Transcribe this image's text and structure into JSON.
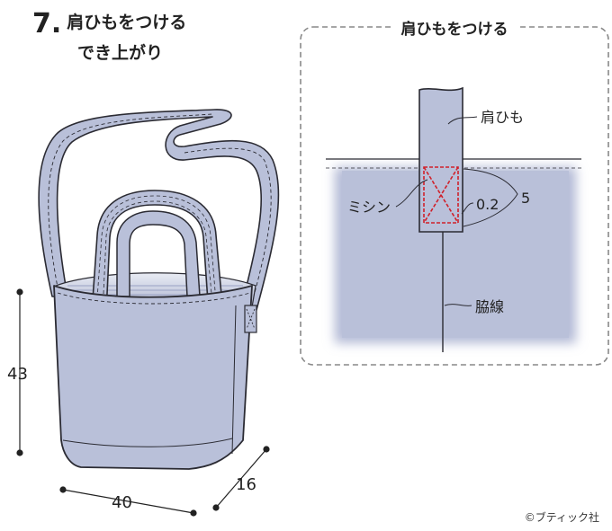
{
  "header": {
    "step_number": "7.",
    "title_line1": "肩ひもをつける",
    "title_line2": "でき上がり"
  },
  "detail": {
    "title": "肩ひもをつける",
    "labels": {
      "strap": "肩ひも",
      "sewing": "ミシン",
      "seam_allowance": "0.2",
      "overlap": "5",
      "side_seam": "脇線"
    }
  },
  "dimensions": {
    "height": "43",
    "width": "40",
    "depth": "16"
  },
  "colors": {
    "fabric": "#b9c0d9",
    "fabric_light": "#c9cee3",
    "outline": "#2b2b33",
    "stitch_red": "#d0202a",
    "frame": "#888888"
  },
  "copyright": "©ブティック社"
}
